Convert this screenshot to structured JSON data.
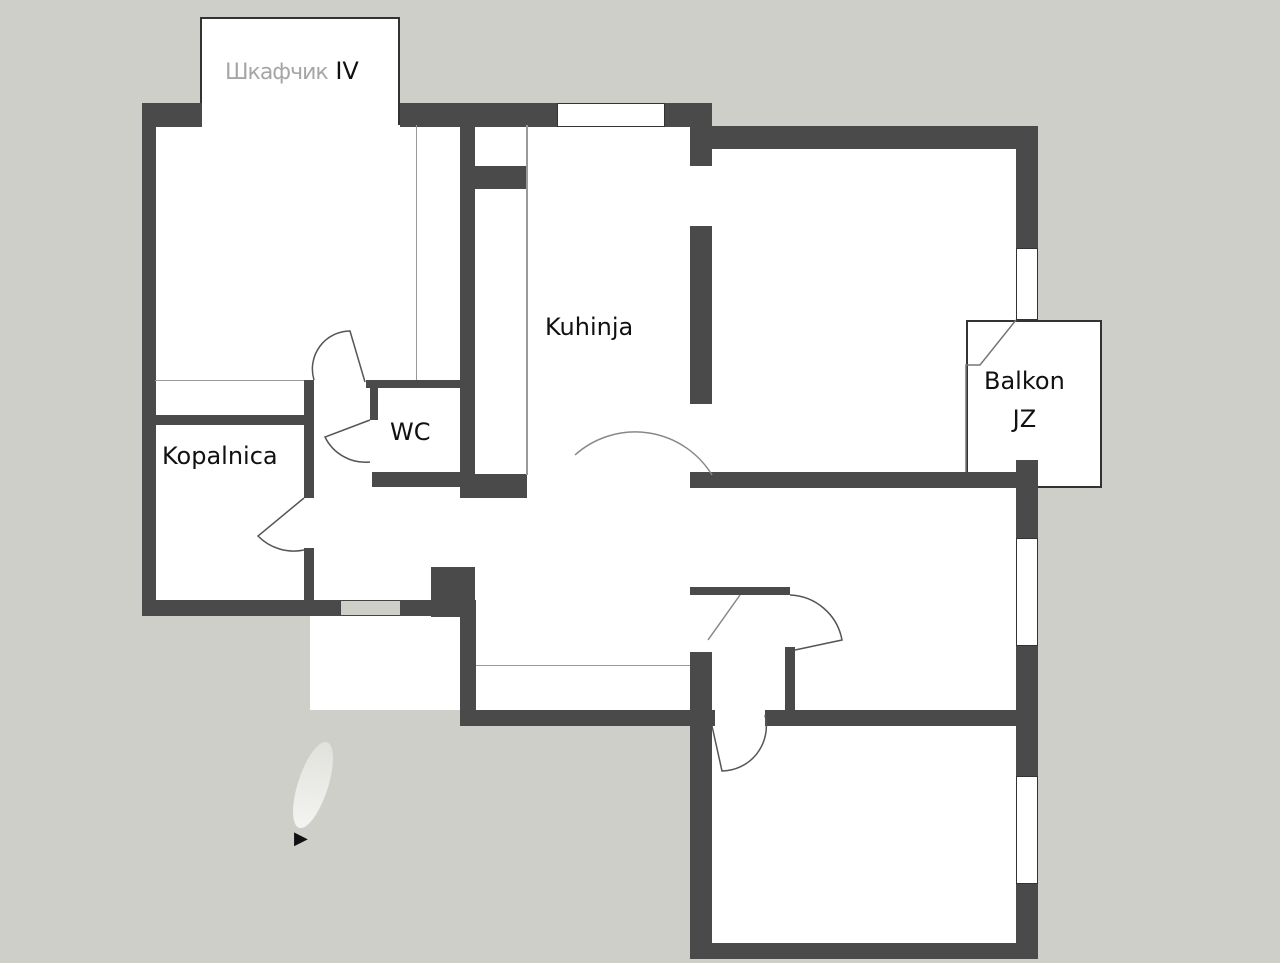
{
  "plan": {
    "background_color": "#cfcfca",
    "wall_color": "#4a4a4a",
    "floor_color": "#ffffff"
  },
  "rooms": {
    "top_annex": {
      "label": "IV",
      "faded_prefix": "Шкафчик"
    },
    "kitchen": {
      "label": "Kuhinja"
    },
    "bathroom": {
      "label": "Kopalnica"
    },
    "wc": {
      "label": "WC"
    },
    "balcony": {
      "line1": "Balkon",
      "line2": "JZ"
    }
  },
  "compass": {
    "icon": "north-arrow-icon",
    "glyph": "▶"
  }
}
